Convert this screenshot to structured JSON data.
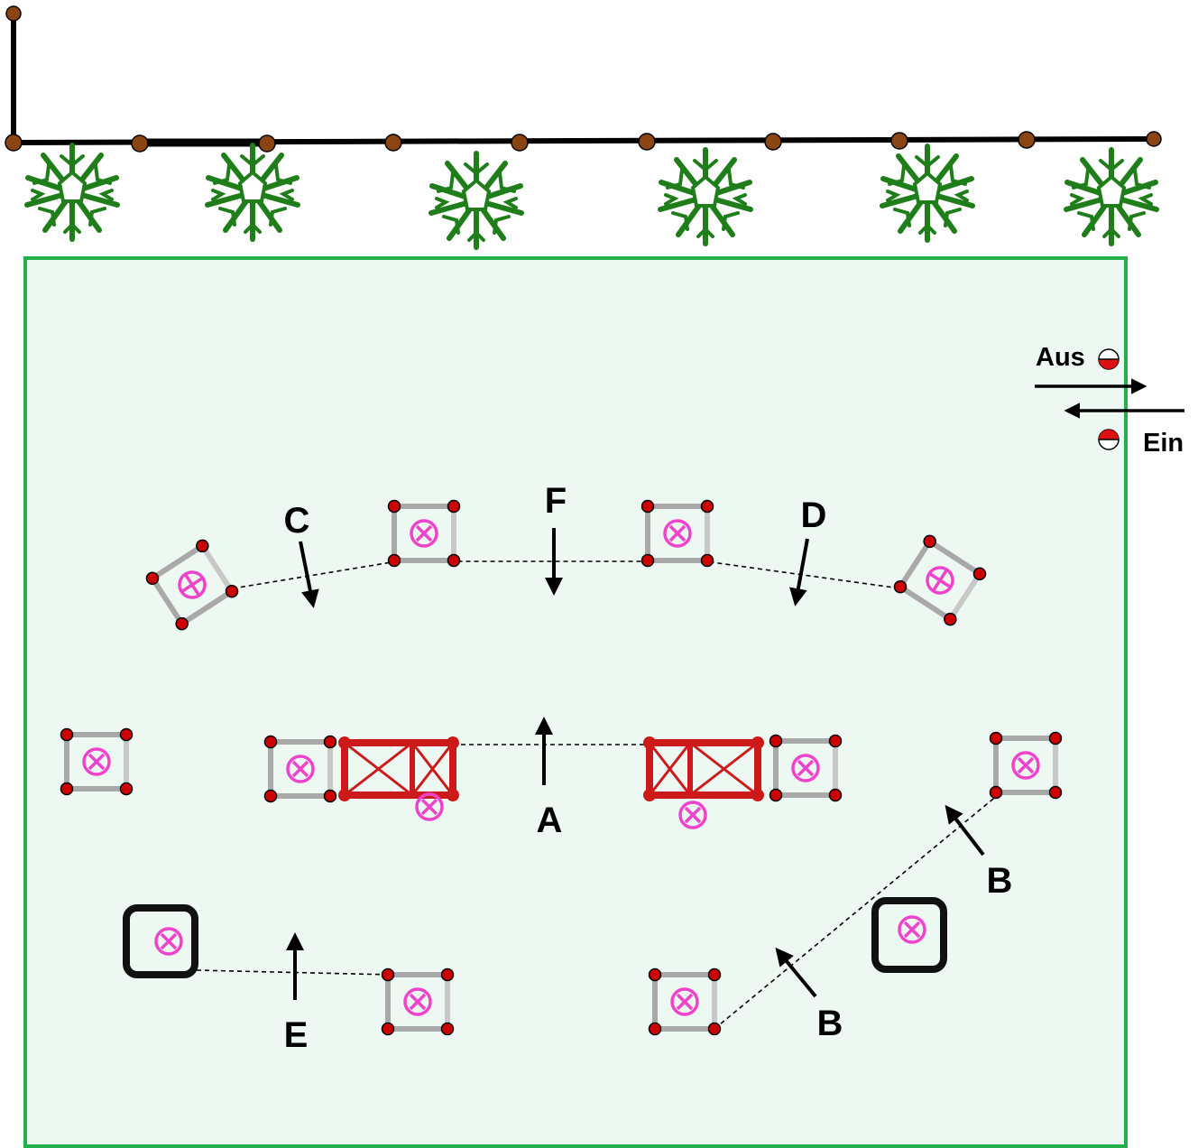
{
  "labels": {
    "A": "A",
    "B": "B",
    "C": "C",
    "D": "D",
    "E": "E",
    "F": "F"
  },
  "legend": {
    "aus": "Aus",
    "ein": "Ein"
  },
  "colors": {
    "arena_border": "#22b04c",
    "arena_fill": "#eef8f2",
    "fence_post": "#8b4513",
    "tree": "#1f7d1a",
    "cone": "#cc0000",
    "pole": "#aaaaaa",
    "jump": "#cc1a1a",
    "marker": "#ee44cc"
  }
}
